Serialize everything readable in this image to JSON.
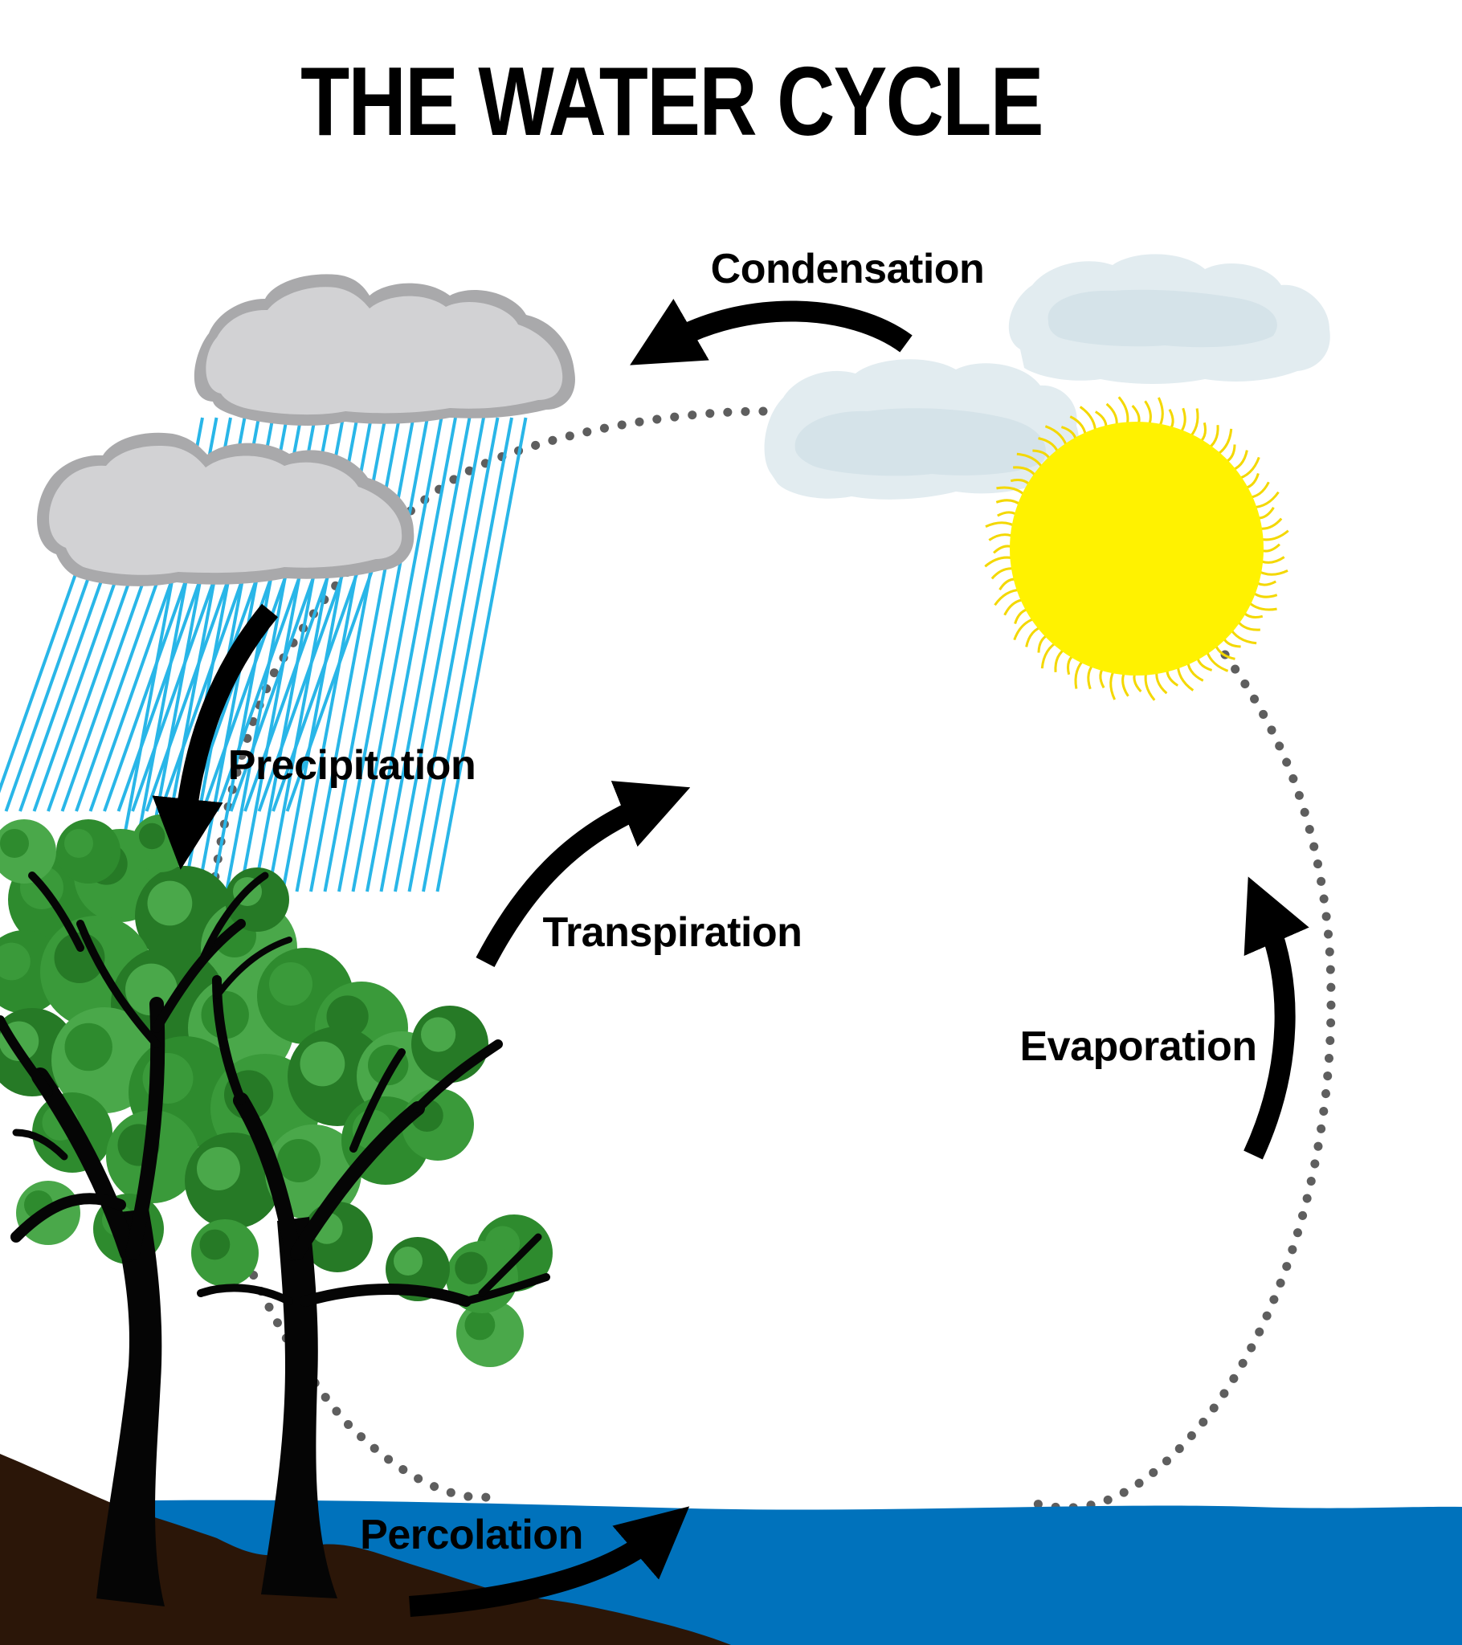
{
  "diagram": {
    "title": "THE WATER CYCLE",
    "stages": {
      "condensation": "Condensation",
      "precipitation": "Precipitation",
      "transpiration": "Transpiration",
      "evaporation": "Evaporation",
      "percolation": "Percolation"
    }
  },
  "colors": {
    "background": "#ffffff",
    "water": "#0072bc",
    "soil": "#2b1608",
    "sun": "#fff200",
    "rain": "#29b6e8",
    "rain_cloud": "#d2d2d4",
    "rain_cloud_outline": "#a9a9ab",
    "vapor_cloud": "#e2ecf0",
    "foliage": "#2e8b2e",
    "trunk": "#050505",
    "dotted_path": "#5e5e5e",
    "arrow": "#000000"
  },
  "icons": [
    "rain-cloud-icon",
    "vapor-cloud-icon",
    "sun-icon",
    "tree-icon",
    "water-icon",
    "soil-icon"
  ]
}
